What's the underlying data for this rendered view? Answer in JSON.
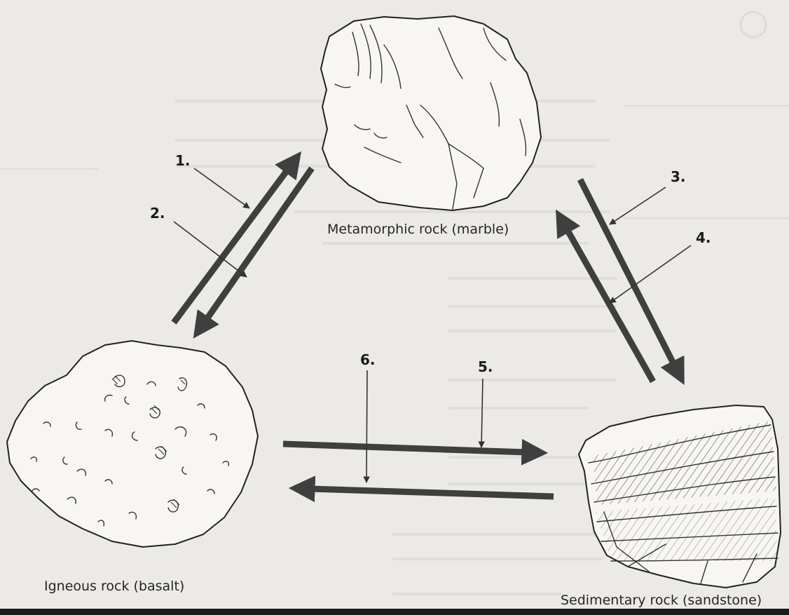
{
  "diagram": {
    "rocks": {
      "metamorphic": {
        "label": "Metamorphic rock (marble)"
      },
      "igneous": {
        "label": "Igneous rock (basalt)"
      },
      "sedimentary": {
        "label": "Sedimentary rock (sandstone)"
      }
    },
    "arrow_numbers": [
      "1.",
      "2.",
      "3.",
      "4.",
      "5.",
      "6."
    ]
  },
  "colors": {
    "background": "#eceae6",
    "arrow": "#3f3f3f",
    "ink": "#222222"
  },
  "icons": [
    "marble-rock-icon",
    "basalt-rock-icon",
    "sandstone-rock-icon"
  ]
}
